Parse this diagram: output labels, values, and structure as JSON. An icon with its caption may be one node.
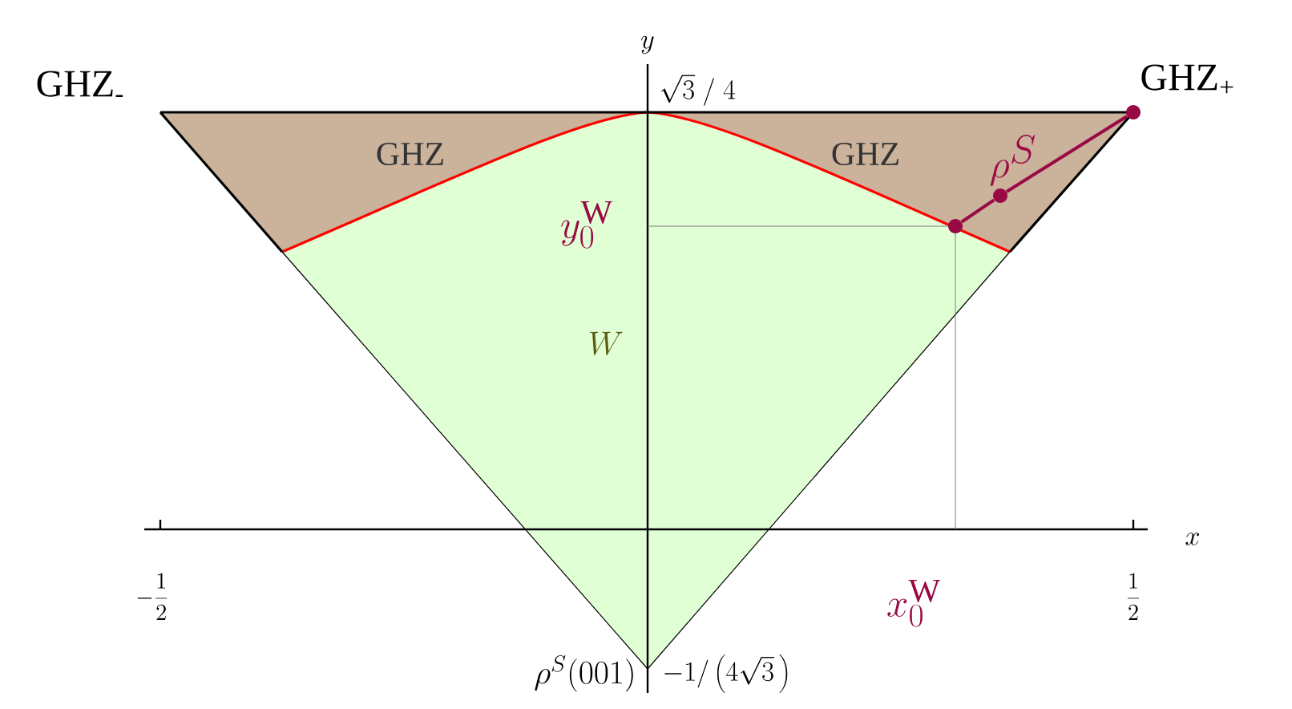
{
  "diagram": {
    "nodes": [
      {
        "text": [],
        "shape": "circle"
      },
      {
        "text": [],
        "shape": "circle"
      },
      {
        "text": [],
        "shape": "circle"
      }
    ],
    "edges": [
      {
        "from": 0,
        "to": 1,
        "arrow": "none"
      },
      {
        "from": 1,
        "to": 2,
        "arrow": "none"
      }
    ],
    "labels": [
      "y",
      "GHZ$_{-}$",
      "\\sqrt{3}\\;/\\;4",
      "GHZ$_{+}$",
      "GHZ",
      "GHZ",
      "\\rho^{S}",
      "y_0^{\\mathrm{W}}",
      "W",
      "x",
      "-\\frac{1}{2}",
      "x_0^{\\mathrm{W}}",
      "\\frac{1}{2}",
      "\\rho^{S}(001)",
      "-1/\\left(4\\sqrt{3}\\,\\right)"
    ]
  }
}
